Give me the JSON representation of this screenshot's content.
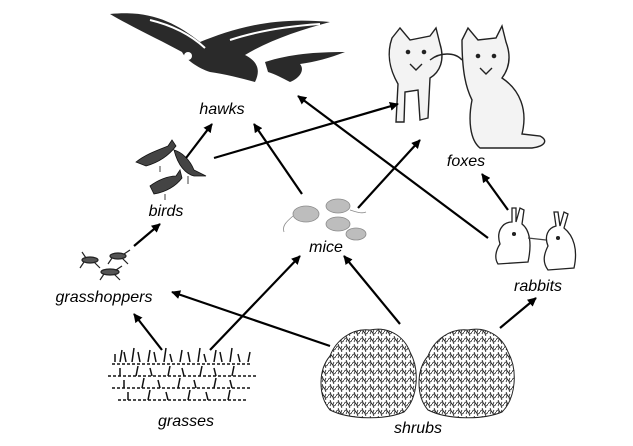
{
  "labels": {
    "hawks": "hawks",
    "foxes": "foxes",
    "birds": "birds",
    "mice": "mice",
    "grasshoppers": "grasshoppers",
    "rabbits": "rabbits",
    "grasses": "grasses",
    "shrubs": "shrubs"
  },
  "edges": [
    {
      "from": "birds",
      "to": "hawks"
    },
    {
      "from": "birds",
      "to": "foxes"
    },
    {
      "from": "mice",
      "to": "hawks"
    },
    {
      "from": "mice",
      "to": "foxes"
    },
    {
      "from": "rabbits",
      "to": "hawks"
    },
    {
      "from": "rabbits",
      "to": "foxes"
    },
    {
      "from": "grasshoppers",
      "to": "birds"
    },
    {
      "from": "grasses",
      "to": "grasshoppers"
    },
    {
      "from": "grasses",
      "to": "mice"
    },
    {
      "from": "shrubs",
      "to": "grasshoppers"
    },
    {
      "from": "shrubs",
      "to": "mice"
    },
    {
      "from": "shrubs",
      "to": "rabbits"
    }
  ],
  "icons": {
    "hawks": "hawk-icon",
    "foxes": "fox-icon",
    "birds": "bird-icon",
    "mice": "mouse-icon",
    "grasshoppers": "grasshopper-icon",
    "rabbits": "rabbit-icon",
    "grasses": "grass-icon",
    "shrubs": "shrub-icon"
  }
}
